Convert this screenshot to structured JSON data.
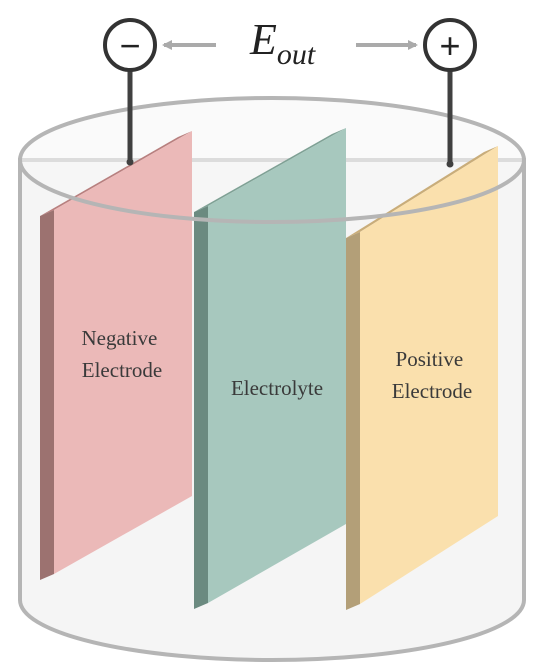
{
  "output_voltage": {
    "symbol": "E",
    "subscript": "out"
  },
  "terminals": {
    "negative": {
      "sign": "−",
      "icon": "minus-icon"
    },
    "positive": {
      "sign": "+",
      "icon": "plus-icon"
    }
  },
  "plates": {
    "negative_electrode": {
      "line1": "Negative",
      "line2": "Electrode",
      "color": "#ebb9b8",
      "edge_color": "#9c7270"
    },
    "electrolyte": {
      "line1": "Electrolyte",
      "color": "#a7c8be",
      "edge_color": "#6b8a80"
    },
    "positive_electrode": {
      "line1": "Positive",
      "line2": "Electrode",
      "color": "#fae0ad",
      "edge_color": "#b39f78"
    }
  },
  "container": {
    "outline_color": "#b5b5b5"
  },
  "colors": {
    "wire": "#404040",
    "arrow": "#aaaaaa"
  }
}
